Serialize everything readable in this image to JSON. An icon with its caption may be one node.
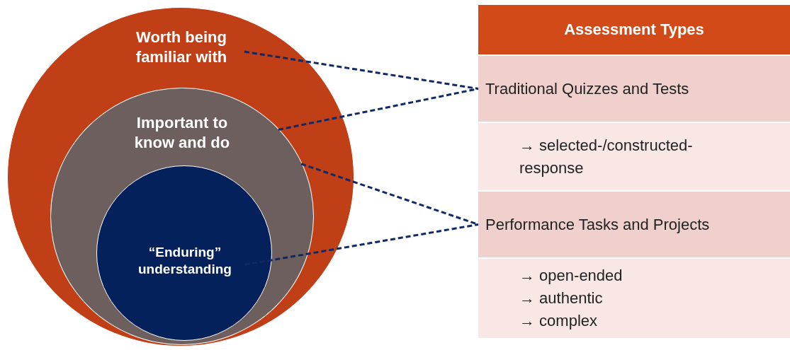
{
  "diagram": {
    "nodes": [
      {
        "text": [
          "Worth being familiar with"
        ]
      },
      {
        "text": [
          "Important to know and do"
        ],
        "in": 0
      },
      {
        "text": [
          "“Enduring” understanding"
        ],
        "in": 1
      },
      {
        "text": [
          "Assessment Types"
        ]
      },
      {
        "text": [
          "Traditional Quizzes and Tests"
        ]
      },
      {
        "text": [
          "→ selected-/constructed-response"
        ]
      },
      {
        "text": [
          "Performance Tasks and Projects"
        ]
      },
      {
        "text": [
          "→ open-ended",
          "→ authentic",
          "→ complex"
        ]
      }
    ],
    "edges": [
      {
        "from": 0,
        "to": 4,
        "arrow": "none",
        "style": "dashed"
      },
      {
        "from": 1,
        "to": 4,
        "arrow": "none",
        "style": "dashed"
      },
      {
        "from": 1,
        "to": 6,
        "arrow": "none",
        "style": "dashed"
      },
      {
        "from": 2,
        "to": 6,
        "arrow": "none",
        "style": "dashed"
      }
    ]
  }
}
